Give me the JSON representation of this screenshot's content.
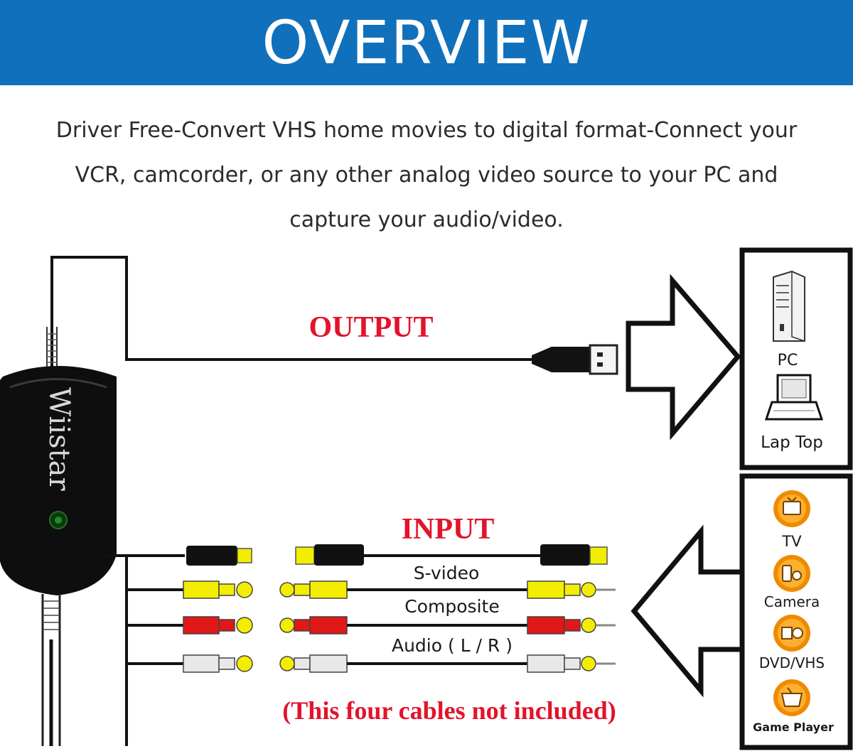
{
  "header": {
    "title": "OVERVIEW",
    "description_lines": [
      "Driver Free-Convert VHS home movies to digital format-Connect your",
      "VCR, camcorder, or any other analog video source to your PC and",
      "capture your audio/video."
    ]
  },
  "diagram": {
    "brand": "Wiistar",
    "output_label": "OUTPUT",
    "input_label": "INPUT",
    "note": "(This four cables not included)",
    "cables": {
      "svideo": "S-video",
      "composite": "Composite",
      "audio": "Audio ( L / R )"
    },
    "output_devices": {
      "pc": "PC",
      "laptop": "Lap Top"
    },
    "input_devices": {
      "tv": "TV",
      "camera": "Camera",
      "dvd": "DVD/VHS",
      "game": "Game Player"
    }
  },
  "colors": {
    "banner": "#1070bb",
    "label_red": "#e3132b",
    "plug_yellow": "#f3ee00",
    "plug_red": "#e01818",
    "plug_white": "#e8e8e8",
    "device_orange": "#f08a00"
  }
}
